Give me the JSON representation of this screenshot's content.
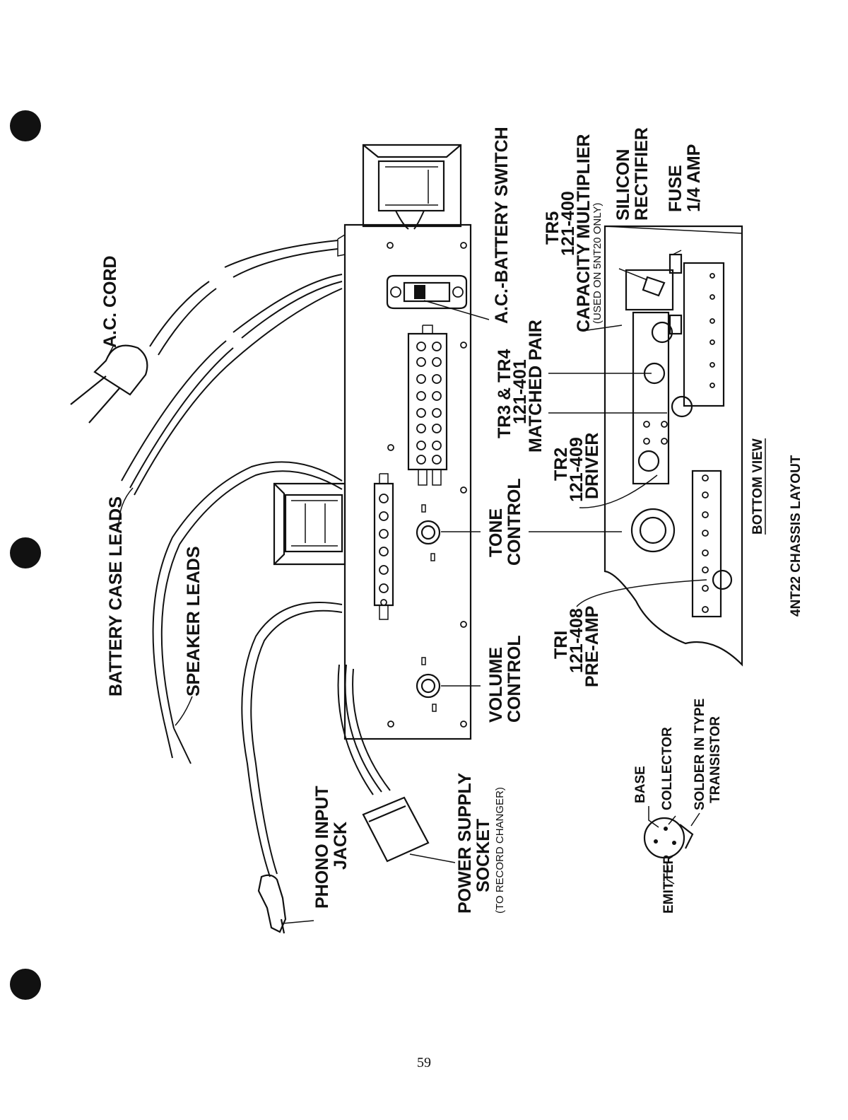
{
  "labels": {
    "ac_cord": "A.C. CORD",
    "ac_battery_switch": "A.C.-BATTERY SWITCH",
    "battery_case_leads": "BATTERY CASE LEADS",
    "speaker_leads": "SPEAKER LEADS",
    "phono_input_jack_1": "PHONO INPUT",
    "phono_input_jack_2": "JACK",
    "power_supply_socket_1": "POWER SUPPLY",
    "power_supply_socket_2": "SOCKET",
    "power_supply_socket_3": "(TO RECORD CHANGER)",
    "volume_control_1": "VOLUME",
    "volume_control_2": "CONTROL",
    "tone_control_1": "TONE",
    "tone_control_2": "CONTROL",
    "tr1_1": "TRI",
    "tr1_2": "121-408",
    "tr1_3": "PRE-AMP",
    "tr2_1": "TR2",
    "tr2_2": "121-409",
    "tr2_3": "DRIVER",
    "tr34_1": "TR3 & TR4",
    "tr34_2": "121-401",
    "tr34_3": "MATCHED PAIR",
    "tr5_1": "TR5",
    "tr5_2": "121-400",
    "tr5_3": "CAPACITY MULTIPLIER",
    "tr5_4": "(USED ON 5NT20 ONLY)",
    "silicon_rectifier_1": "SILICON",
    "silicon_rectifier_2": "RECTIFIER",
    "fuse_1": "FUSE",
    "fuse_2": "1/4 AMP",
    "bottom_view": "BOTTOM VIEW",
    "chassis_layout": "4NT22 CHASSIS LAYOUT",
    "base": "BASE",
    "collector": "COLLECTOR",
    "emitter": "EMITTER",
    "solder_in_1": "SOLDER IN TYPE",
    "solder_in_2": "TRANSISTOR"
  },
  "page_number": "59"
}
